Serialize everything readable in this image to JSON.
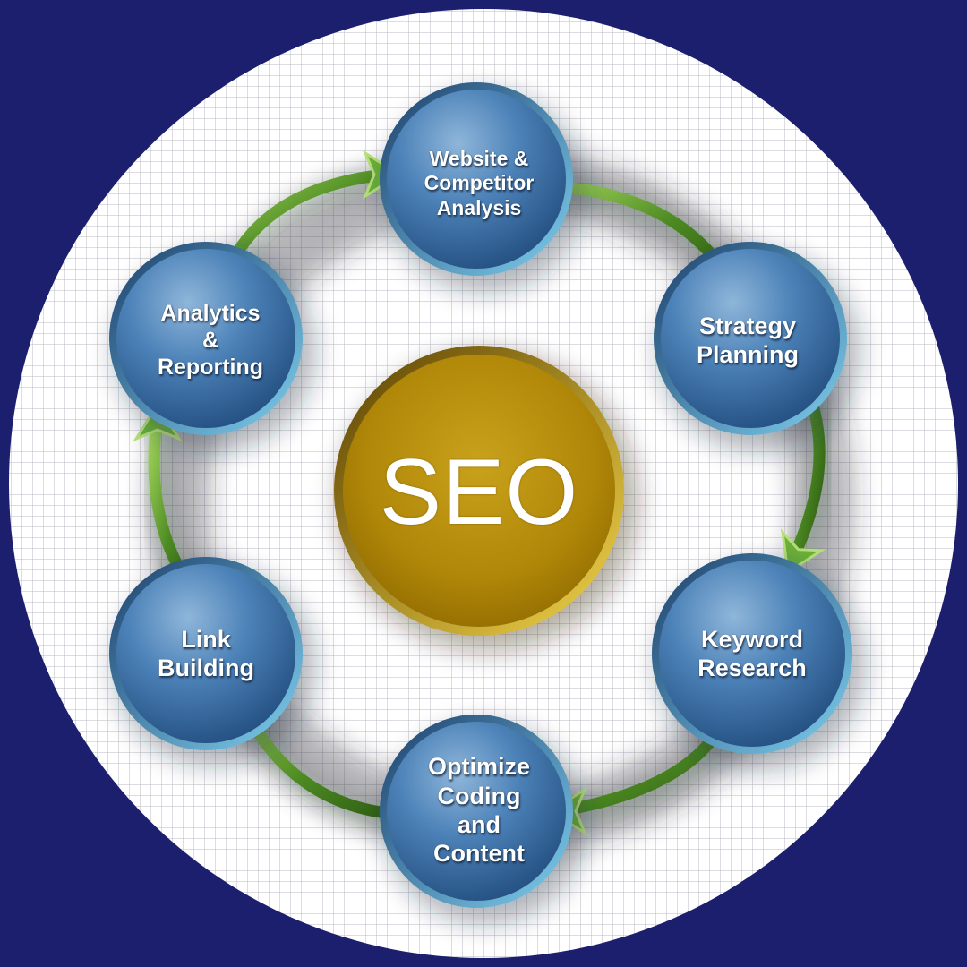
{
  "center": {
    "label": "SEO"
  },
  "nodes": [
    {
      "id": "website-competitor-analysis",
      "lines": [
        "Website &",
        "Competitor",
        "Analysis"
      ]
    },
    {
      "id": "strategy-planning",
      "lines": [
        "Strategy",
        "Planning"
      ]
    },
    {
      "id": "keyword-research",
      "lines": [
        "Keyword",
        "Research"
      ]
    },
    {
      "id": "optimize-coding-content",
      "lines": [
        "Optimize",
        "Coding",
        "and",
        "Content"
      ]
    },
    {
      "id": "link-building",
      "lines": [
        "Link",
        "Building"
      ]
    },
    {
      "id": "analytics-reporting",
      "lines": [
        "Analytics",
        "&",
        "Reporting"
      ]
    }
  ],
  "colors": {
    "background": "#1b1f6e",
    "node_blue": "#3f78b0",
    "center_gold": "#b8900f",
    "arrow_green": "#5a9a2a"
  }
}
